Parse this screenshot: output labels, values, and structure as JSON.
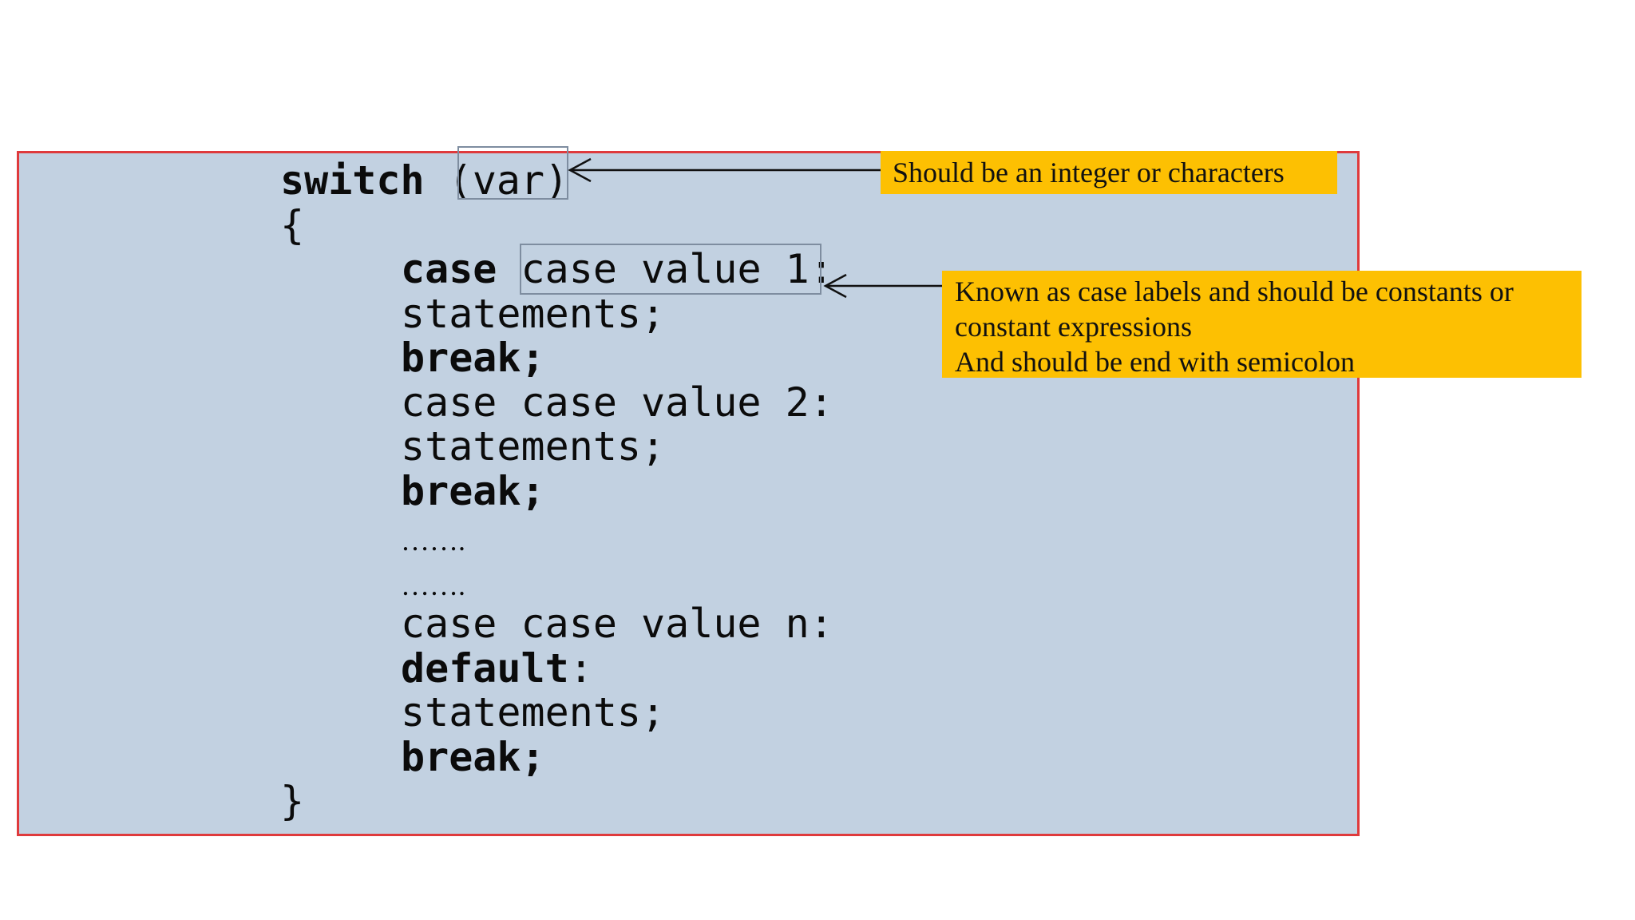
{
  "colors": {
    "panel_bg": "#c2d1e1",
    "panel_border": "#df3a3c",
    "callout_bg": "#fdc002",
    "highlight_box_border": "#7e8da0",
    "code_text": "#0b0b0b"
  },
  "code": {
    "lines": [
      {
        "bold": "switch",
        "rest": " (var)"
      },
      {
        "bold": "",
        "rest": "{"
      },
      {
        "bold": "case",
        "rest": " case value 1:"
      },
      {
        "bold": "",
        "rest": "statements;"
      },
      {
        "bold": "break;",
        "rest": ""
      },
      {
        "bold": "",
        "rest": "case case value 2:"
      },
      {
        "bold": "",
        "rest": "statements;"
      },
      {
        "bold": "break;",
        "rest": ""
      },
      {
        "bold": "",
        "rest": "……."
      },
      {
        "bold": "",
        "rest": "……."
      },
      {
        "bold": "",
        "rest": "case case value n:"
      },
      {
        "bold": "default",
        "rest": ":"
      },
      {
        "bold": "",
        "rest": "statements;"
      },
      {
        "bold": "break;",
        "rest": ""
      },
      {
        "bold": "",
        "rest": "}"
      }
    ]
  },
  "callouts": [
    {
      "text": "Should be an integer or characters"
    },
    {
      "lines": [
        "Known as case labels and should be constants or",
        "constant expressions",
        "And should be end with semicolon"
      ]
    }
  ]
}
